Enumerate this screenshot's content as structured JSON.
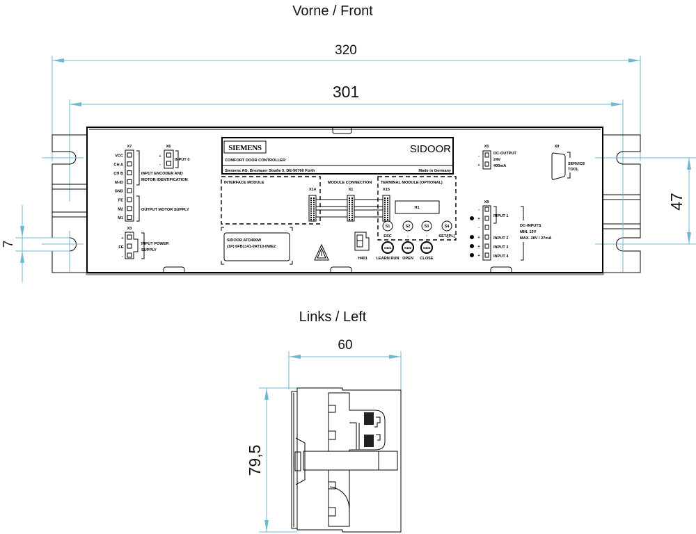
{
  "front": {
    "title": "Vorne / Front",
    "dim_overall": "320",
    "dim_mounting": "301",
    "dim_slot_spacing": "47",
    "dim_slot_width": "7"
  },
  "label": {
    "logo": "SIEMENS",
    "product": "SIDOOR",
    "subtitle": "COMFORT DOOR CONTROLLER",
    "address": "Siemens AG, Breslauer Straße 5, DE-90766 Fürth",
    "origin": "Made in Germany"
  },
  "x7": {
    "name": "X7",
    "pins": [
      "VCC",
      "CH A",
      "CH B",
      "M-ID",
      "GND",
      "FE",
      "M2",
      "M1"
    ],
    "group1_line1": "INPUT ENCODER AND",
    "group1_line2": "MOTOR IDENTIFICATION",
    "group2": "OUTPUT MOTOR SUPPLY"
  },
  "x6": {
    "name": "X6",
    "pins": [
      "+",
      "-"
    ],
    "label": "INPUT 0"
  },
  "x3": {
    "name": "X3",
    "pins": [
      "+",
      "FE",
      "-"
    ],
    "line1": "INPUT POWER",
    "line2": "SUPPLY"
  },
  "modules": {
    "interface": "INTERFACE MODULE",
    "connection": "MODULE CONNECTION",
    "terminal": "TERMINAL MODULE (OPTIONAL)",
    "x14": "X14",
    "x1": "X1",
    "x15": "X15",
    "h1": "H1"
  },
  "terminal_buttons": [
    {
      "id": "S1",
      "label": "ESC"
    },
    {
      "id": "S2",
      "label": "↓"
    },
    {
      "id": "S3",
      "label": "↑"
    },
    {
      "id": "S4",
      "label": "SET/[PL]"
    }
  ],
  "base_buttons": [
    {
      "id": "S401",
      "label": "LEARN RUN"
    },
    {
      "id": "S402",
      "label": "OPEN"
    },
    {
      "id": "S403",
      "label": "CLOSE"
    }
  ],
  "display": {
    "id": "H401"
  },
  "type_plate": {
    "line1": "SIDOOR ATD400W",
    "line2": "(1P)  6FB1141-0AT10-0WE2"
  },
  "x5": {
    "name": "X5",
    "pins": [
      "-",
      "+"
    ],
    "line1": "DC-OUTPUT",
    "line2": "24V",
    "line3": "400mA"
  },
  "x9": {
    "name": "X9",
    "line1": "SERVICE",
    "line2": "TOOL"
  },
  "x8": {
    "name": "X8",
    "pins": [
      "-",
      "+",
      "-",
      "+",
      "+",
      "+"
    ],
    "inputs": [
      "INPUT 1",
      "INPUT 2",
      "INPUT 3",
      "INPUT 4"
    ],
    "spec1": "DC-INPUTS",
    "spec2": "MIN. 15V",
    "spec3": "MAX. 28V / 27mA"
  },
  "left": {
    "title": "Links / Left",
    "dim_depth": "60",
    "dim_height": "79,5"
  },
  "colors": {
    "dimension": "#6fb8d2",
    "outline": "#000000"
  }
}
